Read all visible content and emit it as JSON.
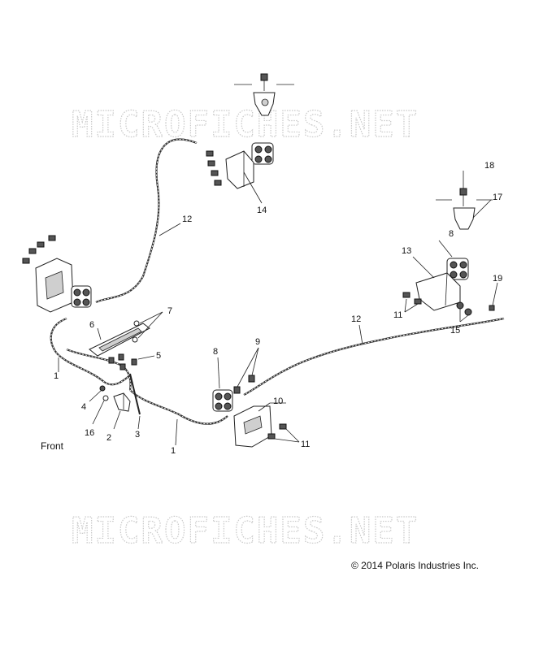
{
  "watermark": "MICROFICHES.NET",
  "front_label": "Front",
  "copyright": "© 2014 Polaris Industries Inc.",
  "callouts": {
    "c1a": "1",
    "c1b": "1",
    "c2": "2",
    "c3": "3",
    "c4": "4",
    "c5": "5",
    "c6": "6",
    "c7": "7",
    "c8a": "8",
    "c8b": "8",
    "c9": "9",
    "c10": "10",
    "c11a": "11",
    "c11b": "11",
    "c12a": "12",
    "c12b": "12",
    "c13": "13",
    "c14": "14",
    "c15": "15",
    "c16": "16",
    "c17": "17",
    "c18": "18",
    "c19": "19"
  }
}
